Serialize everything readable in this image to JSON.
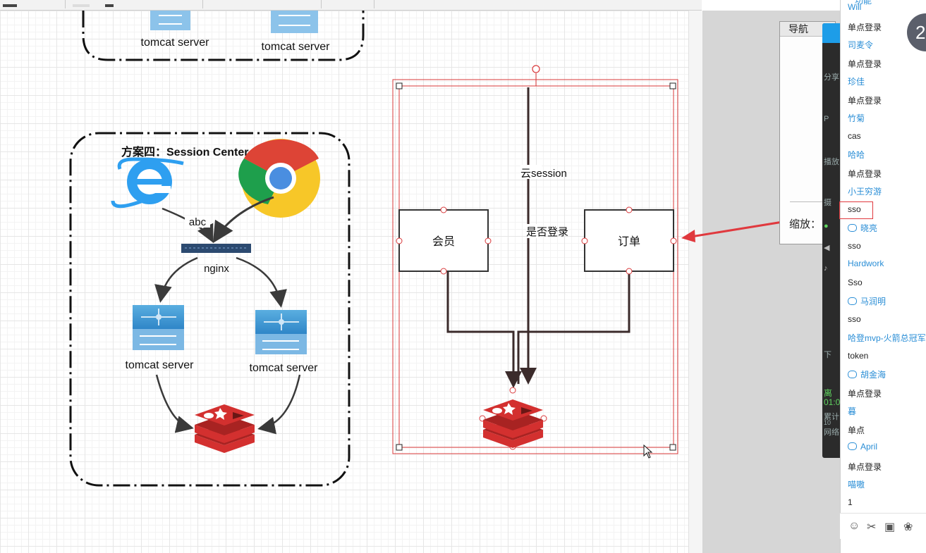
{
  "diagram": {
    "top_group": {
      "server_left_label": "tomcat  server",
      "server_right_label": "tomcat  server"
    },
    "session_center": {
      "title": "方案四：Session Center",
      "edge_label": "abc",
      "nginx_label": "nginx",
      "server_left_label": "tomcat  server",
      "server_right_label": "tomcat  server"
    },
    "selection": {
      "cloud_session_label": "云session",
      "logged_in_label": "是否登录",
      "member_box": "会员",
      "order_box": "订单"
    }
  },
  "navigator": {
    "title": "导航",
    "zoom_label": "缩放："
  },
  "side_panel": {
    "items": [
      "分享",
      "P",
      "播放",
      "摄",
      "下"
    ],
    "status_green": "离",
    "time_partial": "01:0",
    "stat1": "累计",
    "stat2": "10",
    "net": "网络"
  },
  "chat": {
    "badge": "2",
    "top_partial": "功能",
    "messages": [
      {
        "name": "Will",
        "text": "单点登录",
        "icon": false
      },
      {
        "name": "司麦令",
        "text": "单点登录",
        "icon": false
      },
      {
        "name": "珍佳",
        "text": "单点登录",
        "icon": false
      },
      {
        "name": "竹菊",
        "text": "cas",
        "icon": false
      },
      {
        "name": "哈哈",
        "text": "单点登录",
        "icon": false
      },
      {
        "name": "小王穷游",
        "text": "sso",
        "icon": false
      },
      {
        "name": "晓亮",
        "text": "sso",
        "icon": true
      },
      {
        "name": "Hardwork",
        "text": "Sso",
        "icon": false
      },
      {
        "name": "马润明",
        "text": "sso",
        "icon": true
      },
      {
        "name": "哈登mvp-火箭总冠军",
        "text": "token",
        "icon": false
      },
      {
        "name": "胡金海",
        "text": "单点登录",
        "icon": true
      },
      {
        "name": "暮",
        "text": "单点",
        "icon": false
      },
      {
        "name": "April",
        "text": "单点登录",
        "icon": true
      },
      {
        "name": "喵嗷",
        "text": "1",
        "icon": false
      }
    ],
    "bottom_icons": [
      "smile-icon",
      "scissors-icon",
      "image-icon",
      "flower-icon"
    ]
  },
  "colors": {
    "accent": "#2a8ed6",
    "redis": "#d3302f",
    "selection": "#d9383a",
    "arrow": "#e0393e"
  }
}
